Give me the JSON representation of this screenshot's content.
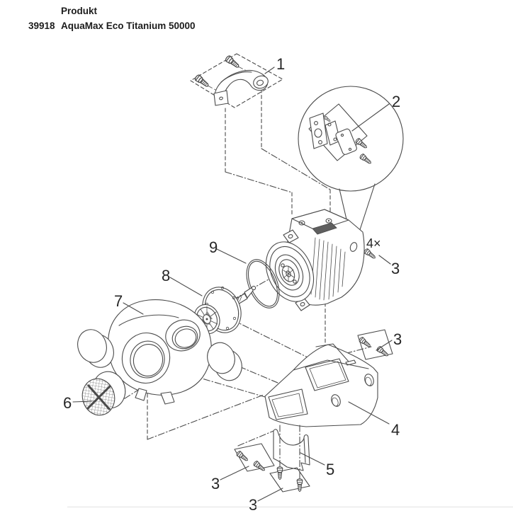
{
  "header": {
    "column_label": "Produkt",
    "product_id": "39918",
    "product_name": "AquaMax Eco Titanium 50000"
  },
  "colors": {
    "ink": "#4b4b4b",
    "label_text": "#262626",
    "divider": "#e3e3e3"
  },
  "callouts": [
    {
      "part": "carry-handle",
      "label": "1"
    },
    {
      "part": "connection-unit-detail",
      "label": "2"
    },
    {
      "part": "screws-motor",
      "label": "3"
    },
    {
      "part": "screw-quantity-note",
      "label": "4×"
    },
    {
      "part": "o-ring",
      "label": "9"
    },
    {
      "part": "impeller-unit",
      "label": "8"
    },
    {
      "part": "pump-housing",
      "label": "7"
    },
    {
      "part": "strainer-cap",
      "label": "6"
    },
    {
      "part": "screws-shell",
      "label": "3"
    },
    {
      "part": "bottom-shell",
      "label": "4"
    },
    {
      "part": "bracket",
      "label": "5"
    },
    {
      "part": "screws-left-plate",
      "label": "3"
    },
    {
      "part": "screws-bottom-plate",
      "label": "3"
    }
  ]
}
